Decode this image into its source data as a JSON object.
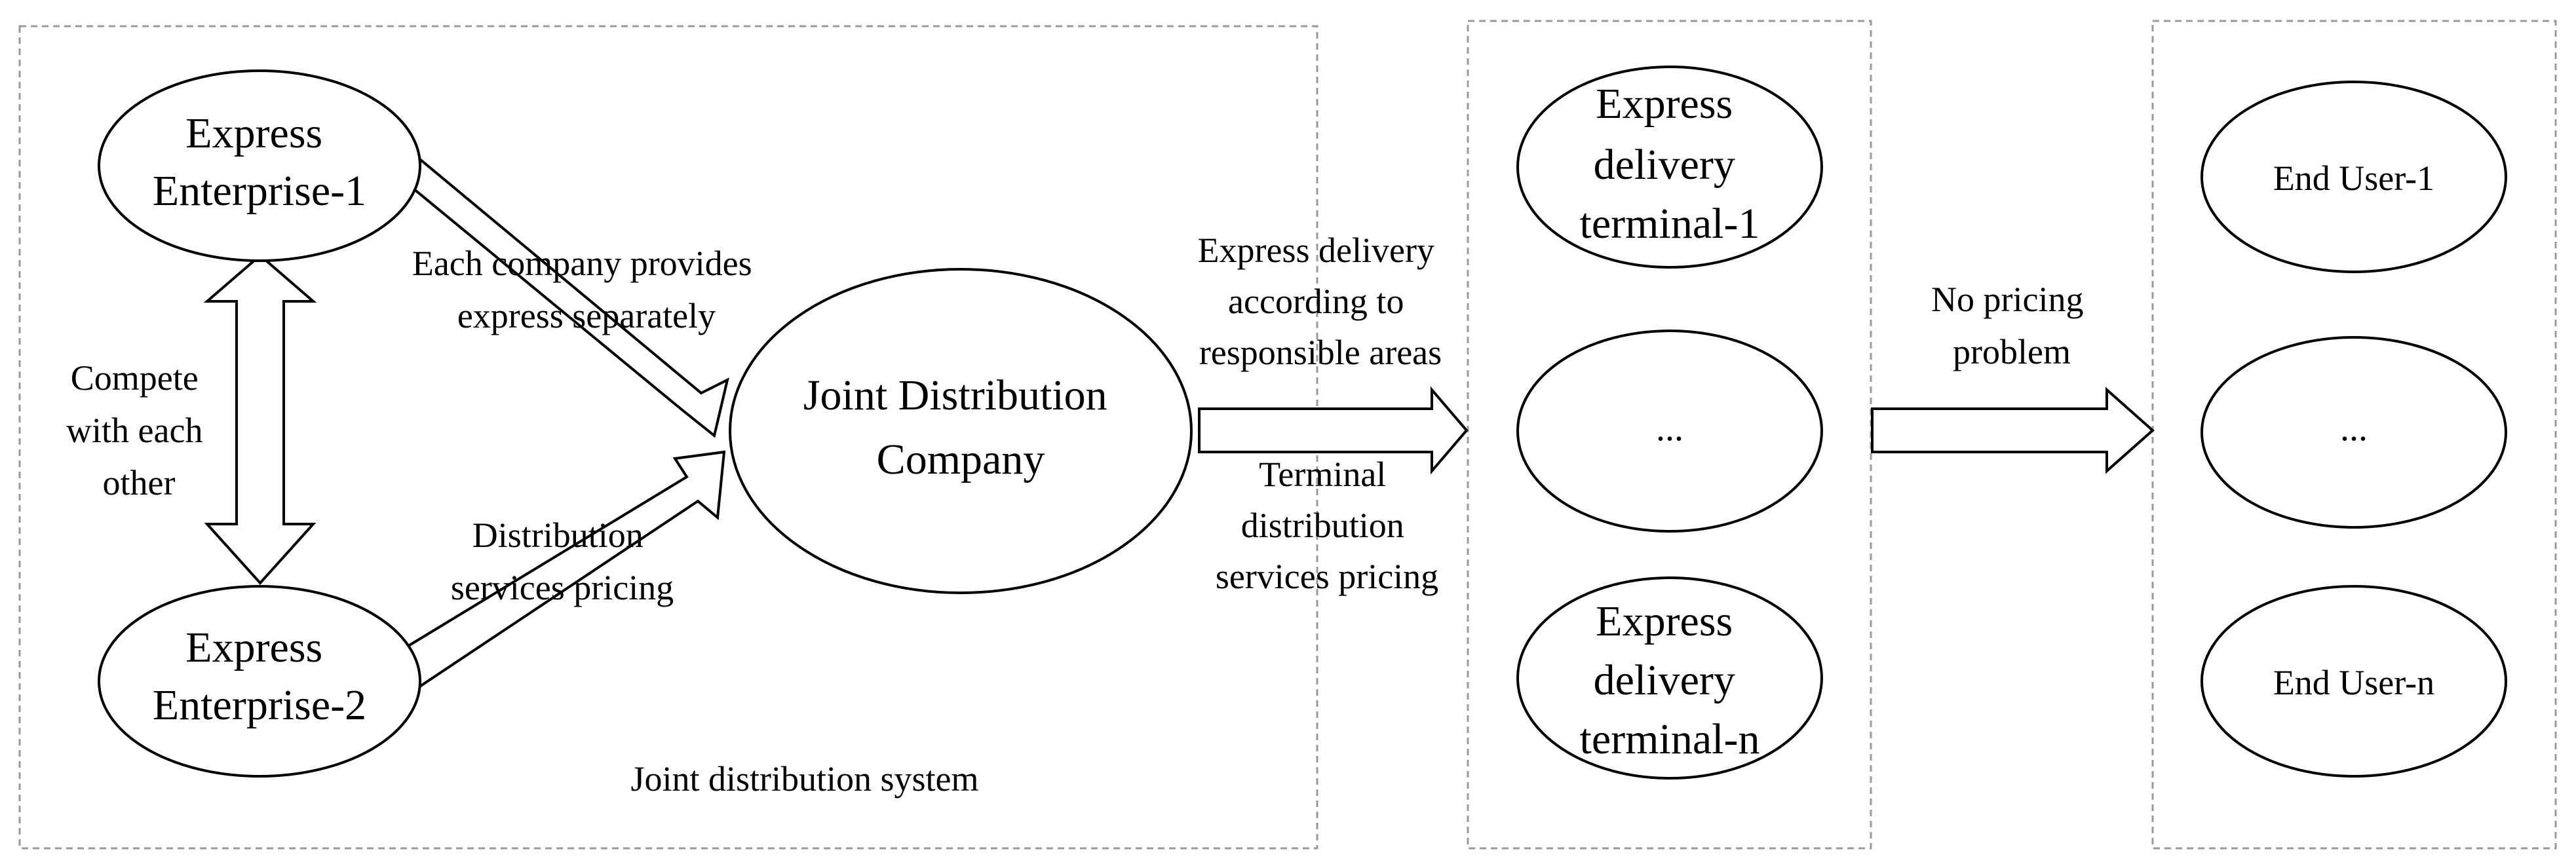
{
  "regions": {
    "system_caption": "Joint distribution system"
  },
  "nodes": {
    "enterprise_1": [
      "Express",
      "Enterprise-1"
    ],
    "enterprise_2": [
      "Express",
      "Enterprise-2"
    ],
    "company": [
      "Joint Distribution",
      "Company"
    ],
    "terminal_1": [
      "Express",
      "delivery",
      "terminal-1"
    ],
    "terminal_mid": "...",
    "terminal_n": [
      "Express",
      "delivery",
      "terminal-n"
    ],
    "user_1": "End User-1",
    "user_mid": "...",
    "user_n": "End User-n"
  },
  "labels": {
    "compete": [
      "Compete",
      "with each",
      "other"
    ],
    "each_company": [
      "Each company provides",
      "express  separately"
    ],
    "distribution_pricing": [
      "Distribution",
      "services pricing"
    ],
    "express_delivery": [
      "Express delivery",
      "according to",
      "responsible areas"
    ],
    "terminal_pricing": [
      "Terminal",
      "distribution",
      "services pricing"
    ],
    "no_pricing": [
      "No pricing",
      "problem"
    ]
  }
}
